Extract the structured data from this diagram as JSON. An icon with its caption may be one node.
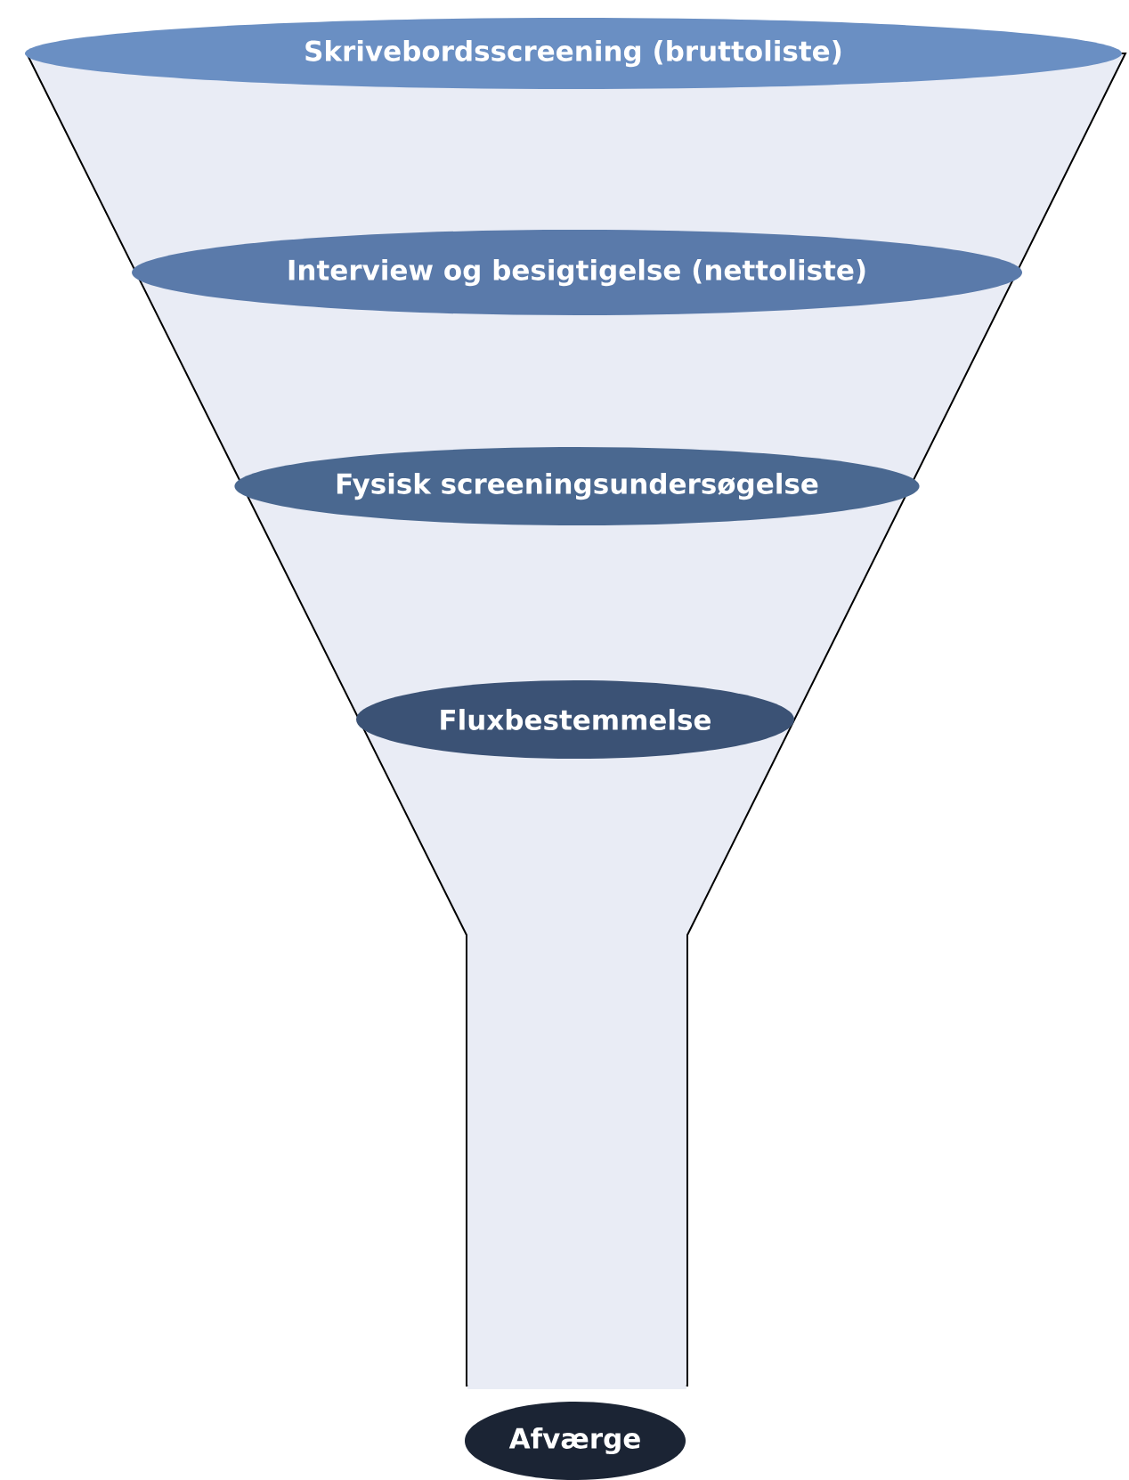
{
  "diagram": {
    "nodes": [
      {
        "text": [
          "Skrivebordsscreening (bruttoliste)"
        ]
      },
      {
        "text": [
          "Interview og besigtigelse (nettoliste)"
        ]
      },
      {
        "text": [
          "Fysisk screeningsundersøgelse"
        ]
      },
      {
        "text": [
          "Fluxbestemmelse"
        ]
      },
      {
        "text": [
          "Afværge"
        ]
      }
    ]
  }
}
